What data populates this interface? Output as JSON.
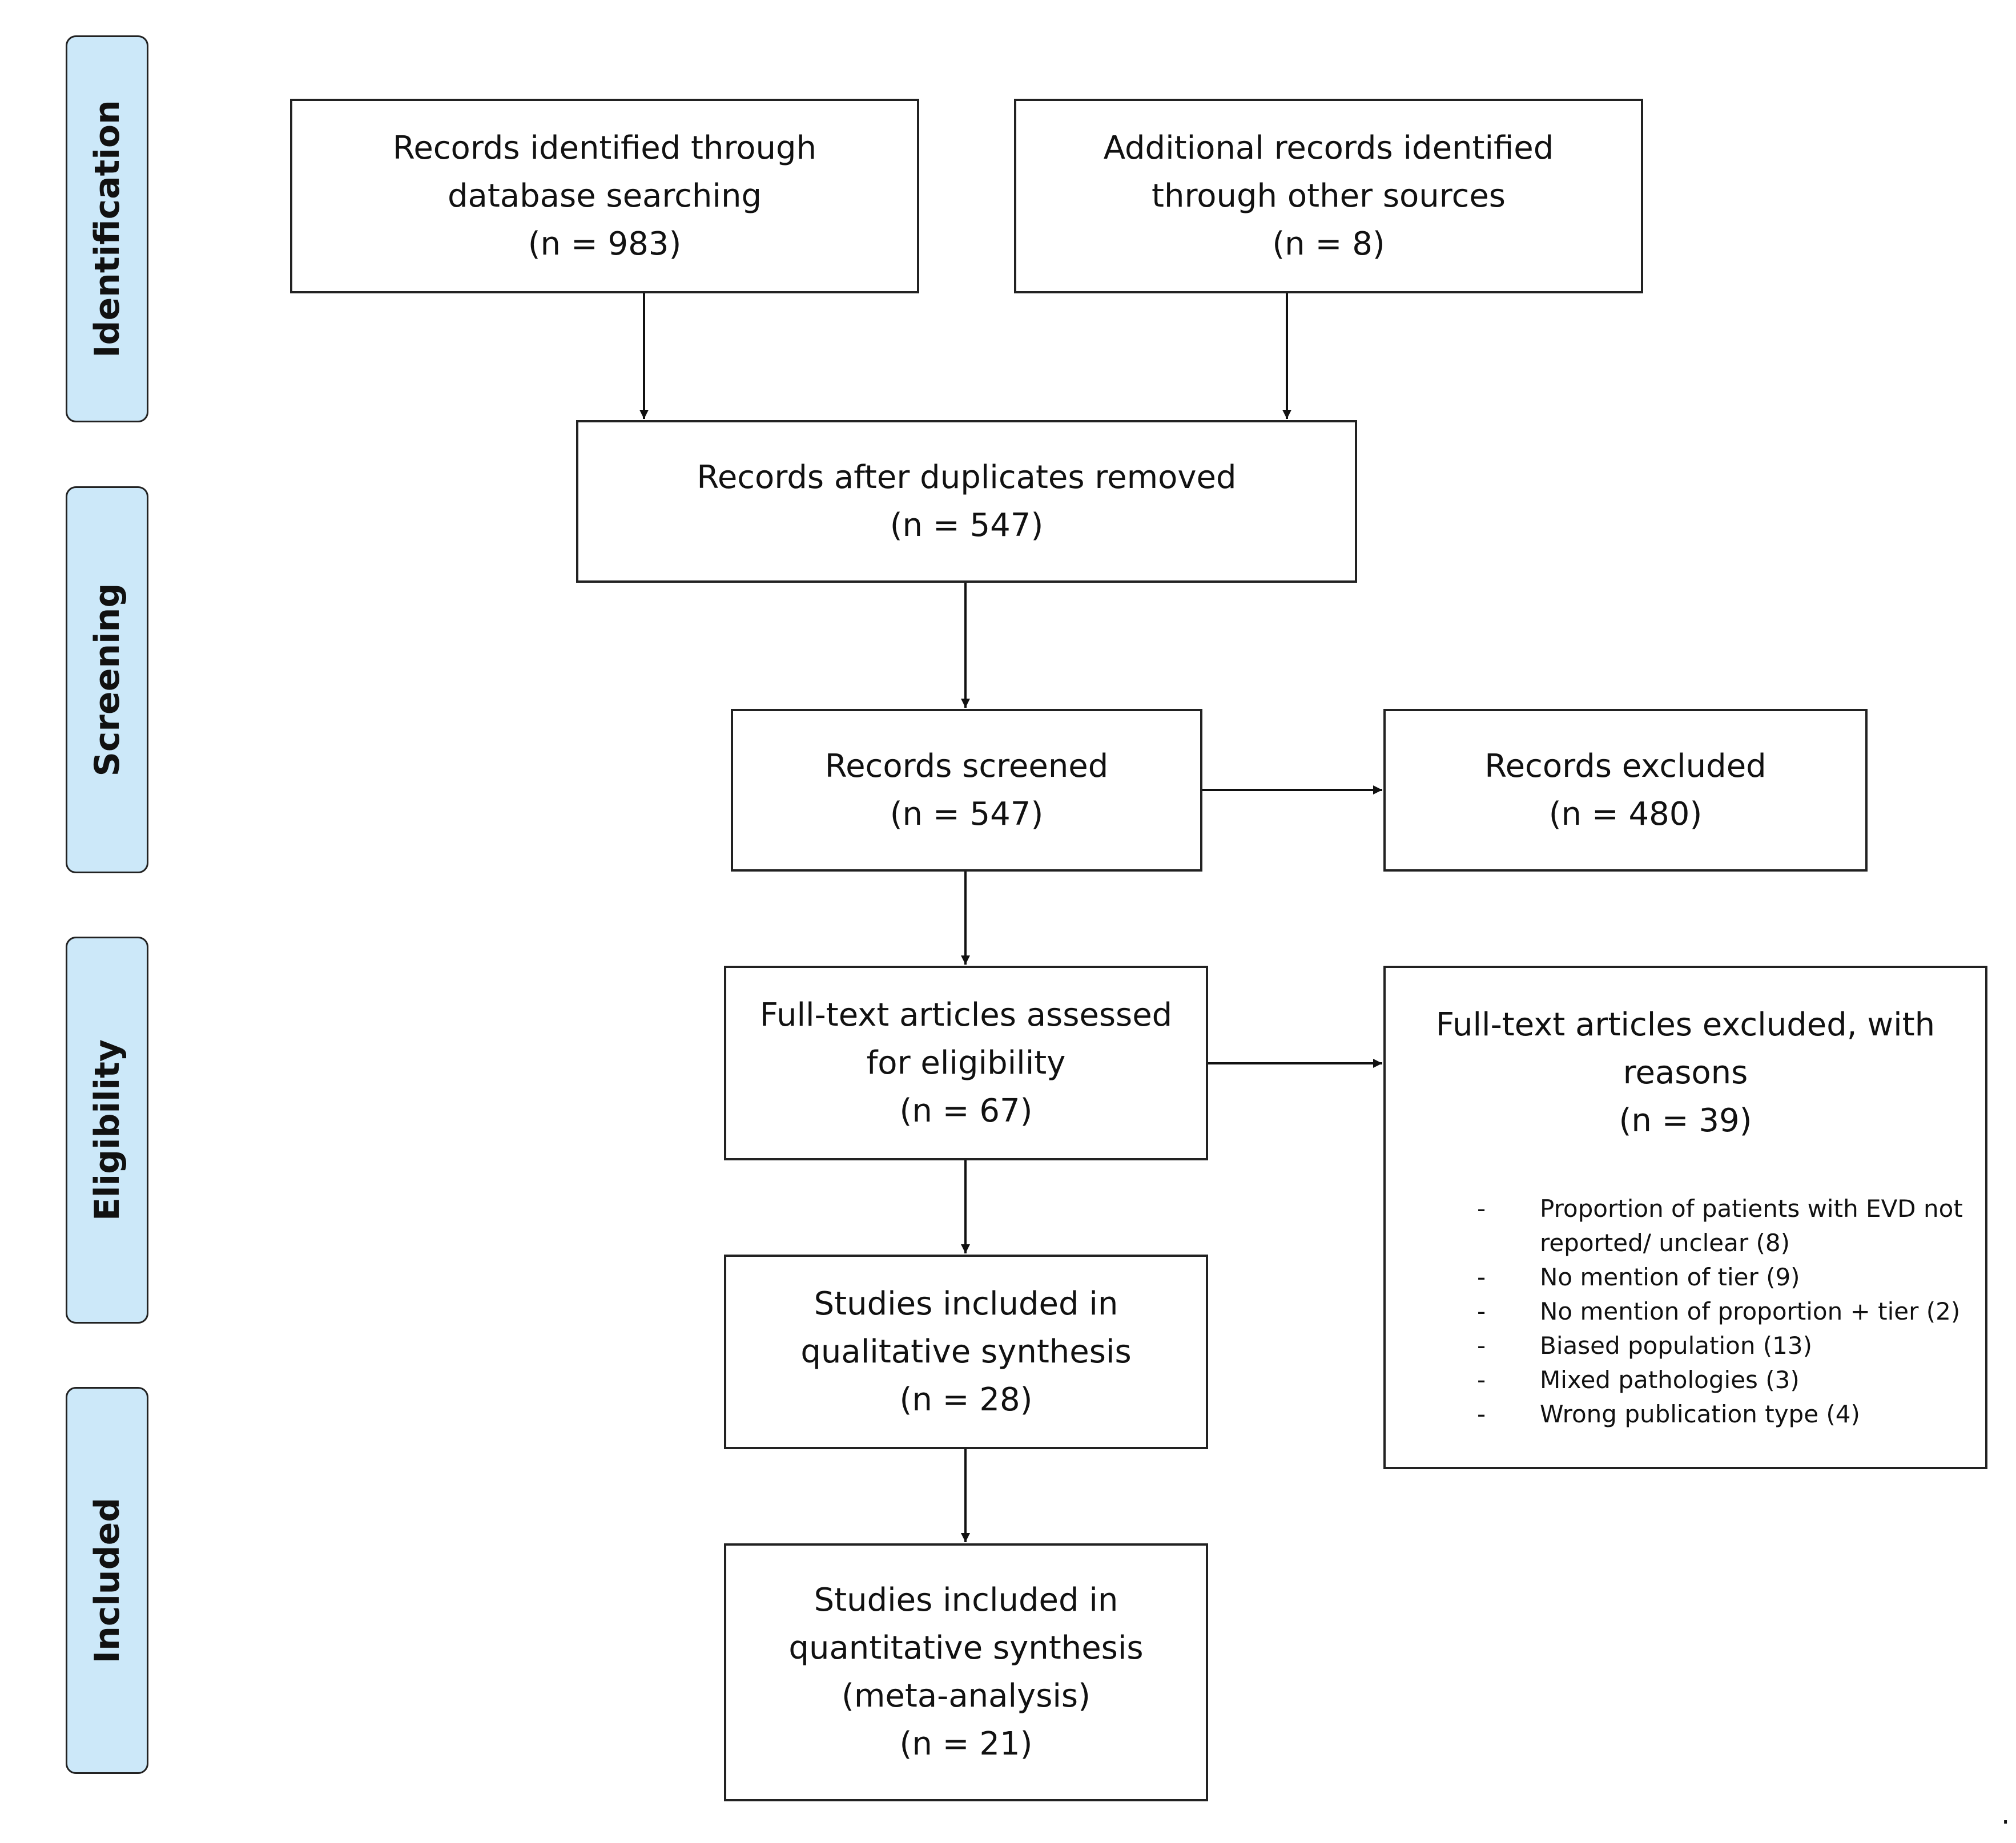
{
  "phases": [
    "Identification",
    "Screening",
    "Eligibility",
    "Included"
  ],
  "boxes": {
    "db_search": {
      "lines": [
        "Records identified through",
        "database searching",
        "(n = 983)"
      ]
    },
    "other_sources": {
      "lines": [
        "Additional records identified",
        "through other sources",
        "(n = 8)"
      ]
    },
    "dedup": {
      "lines": [
        "Records after duplicates removed",
        "(n = 547)"
      ]
    },
    "screened": {
      "lines": [
        "Records screened",
        "(n = 547)"
      ]
    },
    "excluded": {
      "lines": [
        "Records excluded",
        "(n = 480)"
      ]
    },
    "fulltext": {
      "lines": [
        "Full-text articles assessed",
        "for eligibility",
        "(n = 67)"
      ]
    },
    "fulltext_excluded": {
      "lines": [
        "Full-text articles excluded, with",
        "reasons",
        "(n = 39)"
      ],
      "bullet": "-",
      "reasons": [
        "Proportion of patients with EVD not reported/ unclear (8)",
        "No mention of tier (9)",
        "No mention of proportion + tier (2)",
        "Biased population (13)",
        "Mixed pathologies (3)",
        "Wrong publication type (4)"
      ]
    },
    "qualitative": {
      "lines": [
        "Studies included in",
        "qualitative synthesis",
        "(n = 28)"
      ]
    },
    "quantitative": {
      "lines": [
        "Studies included in",
        "quantitative synthesis",
        "(meta-analysis)",
        "(n = 21)"
      ]
    }
  },
  "footer_mark": "."
}
